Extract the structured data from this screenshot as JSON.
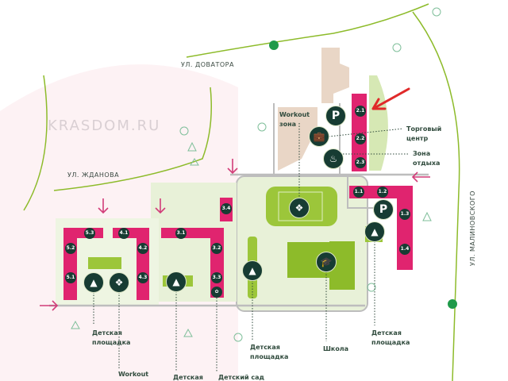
{
  "streets": {
    "dovatora": "УЛ. ДОВАТОРА",
    "zhdanova": "УЛ. ЖДАНОВА",
    "malinovskogo": "УЛ. МАЛИНОВСКОГО"
  },
  "buildings": [
    "1.1",
    "1.2",
    "1.3",
    "1.4",
    "2.1",
    "2.2",
    "2.3",
    "3.1",
    "3.2",
    "3.3",
    "3.4",
    "4.1",
    "4.2",
    "4.3",
    "5.1",
    "5.2",
    "5.3"
  ],
  "poi_labels": {
    "workout_zone": [
      "Workout",
      "зона"
    ],
    "shopping": [
      "Торговый",
      "центр"
    ],
    "rest_zone": [
      "Зона",
      "отдыха"
    ],
    "playground_left": [
      "Детская",
      "площадка"
    ],
    "workout_bottom": "Workout",
    "playground_mid": "Детская",
    "kindergarten": "Детский сад",
    "playground_center": [
      "Детская",
      "площадка"
    ],
    "school": "Школа",
    "playground_right": [
      "Детская",
      "площадка"
    ]
  },
  "icons": {
    "parking": "P",
    "bus": "bus-stop-icon"
  },
  "watermark": "KRASDOM.RU",
  "colors": {
    "building": "#e0246f",
    "green": "#8dbb2a",
    "lightgreen": "#d6e8b4",
    "road": "#b9b9b9",
    "arrow": "#d23d79",
    "pointer": "#e02a2a",
    "icon": "#173c33"
  }
}
